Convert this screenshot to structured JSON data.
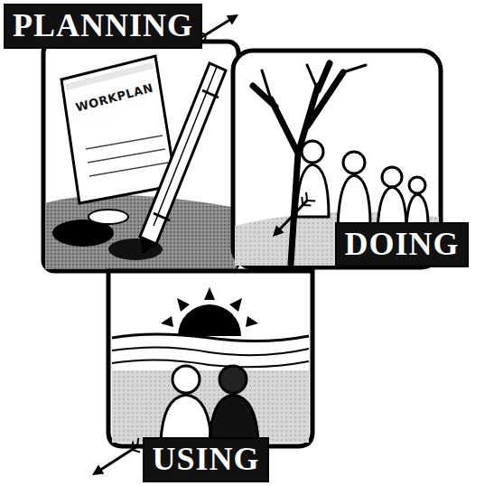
{
  "diagram": {
    "nodes": [
      {
        "text": [
          "PLANNING"
        ]
      },
      {
        "text": [
          "DOING"
        ]
      },
      {
        "text": [
          "USING"
        ]
      }
    ],
    "labels": [
      "WORKPLAN"
    ]
  }
}
